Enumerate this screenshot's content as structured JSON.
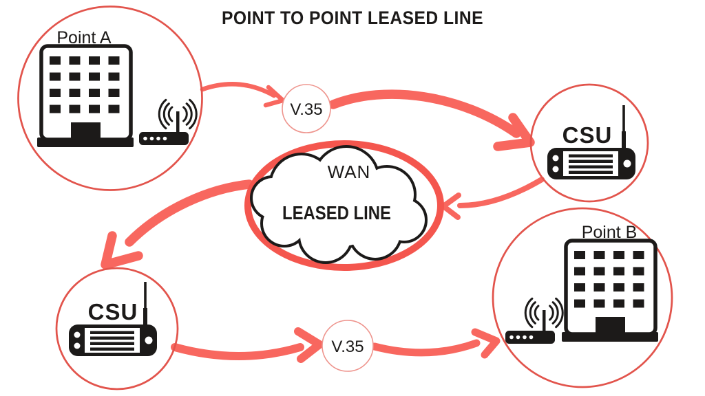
{
  "title": "POINT TO POINT LEASED LINE",
  "colors": {
    "arrow": "#f8675f",
    "node_circle_stroke": "#e2544c",
    "v35_circle_stroke": "#ee948d",
    "cloud_ring": "#f4564e",
    "ink": "#1c1a19",
    "background": "#ffffff"
  },
  "nodes": {
    "point_a": {
      "label": "Point A",
      "icons": [
        "building-icon",
        "wireless-router-icon"
      ]
    },
    "v35_top": {
      "label": "V.35"
    },
    "csu_right": {
      "label": "CSU",
      "icons": [
        "csu-modem-icon"
      ]
    },
    "wan_cloud": {
      "label_top": "WAN",
      "label_main": "LEASED LINE",
      "icons": [
        "cloud-icon"
      ]
    },
    "csu_left": {
      "label": "CSU",
      "icons": [
        "csu-modem-icon"
      ]
    },
    "v35_bottom": {
      "label": "V.35"
    },
    "point_b": {
      "label": "Point B",
      "icons": [
        "building-icon",
        "wireless-router-icon"
      ]
    }
  },
  "connections": [
    {
      "from": "point_a",
      "to": "v35_top"
    },
    {
      "from": "v35_top",
      "to": "csu_right"
    },
    {
      "from": "csu_right",
      "to": "wan_cloud"
    },
    {
      "from": "wan_cloud",
      "to": "csu_left"
    },
    {
      "from": "csu_left",
      "to": "v35_bottom"
    },
    {
      "from": "v35_bottom",
      "to": "point_b"
    }
  ]
}
